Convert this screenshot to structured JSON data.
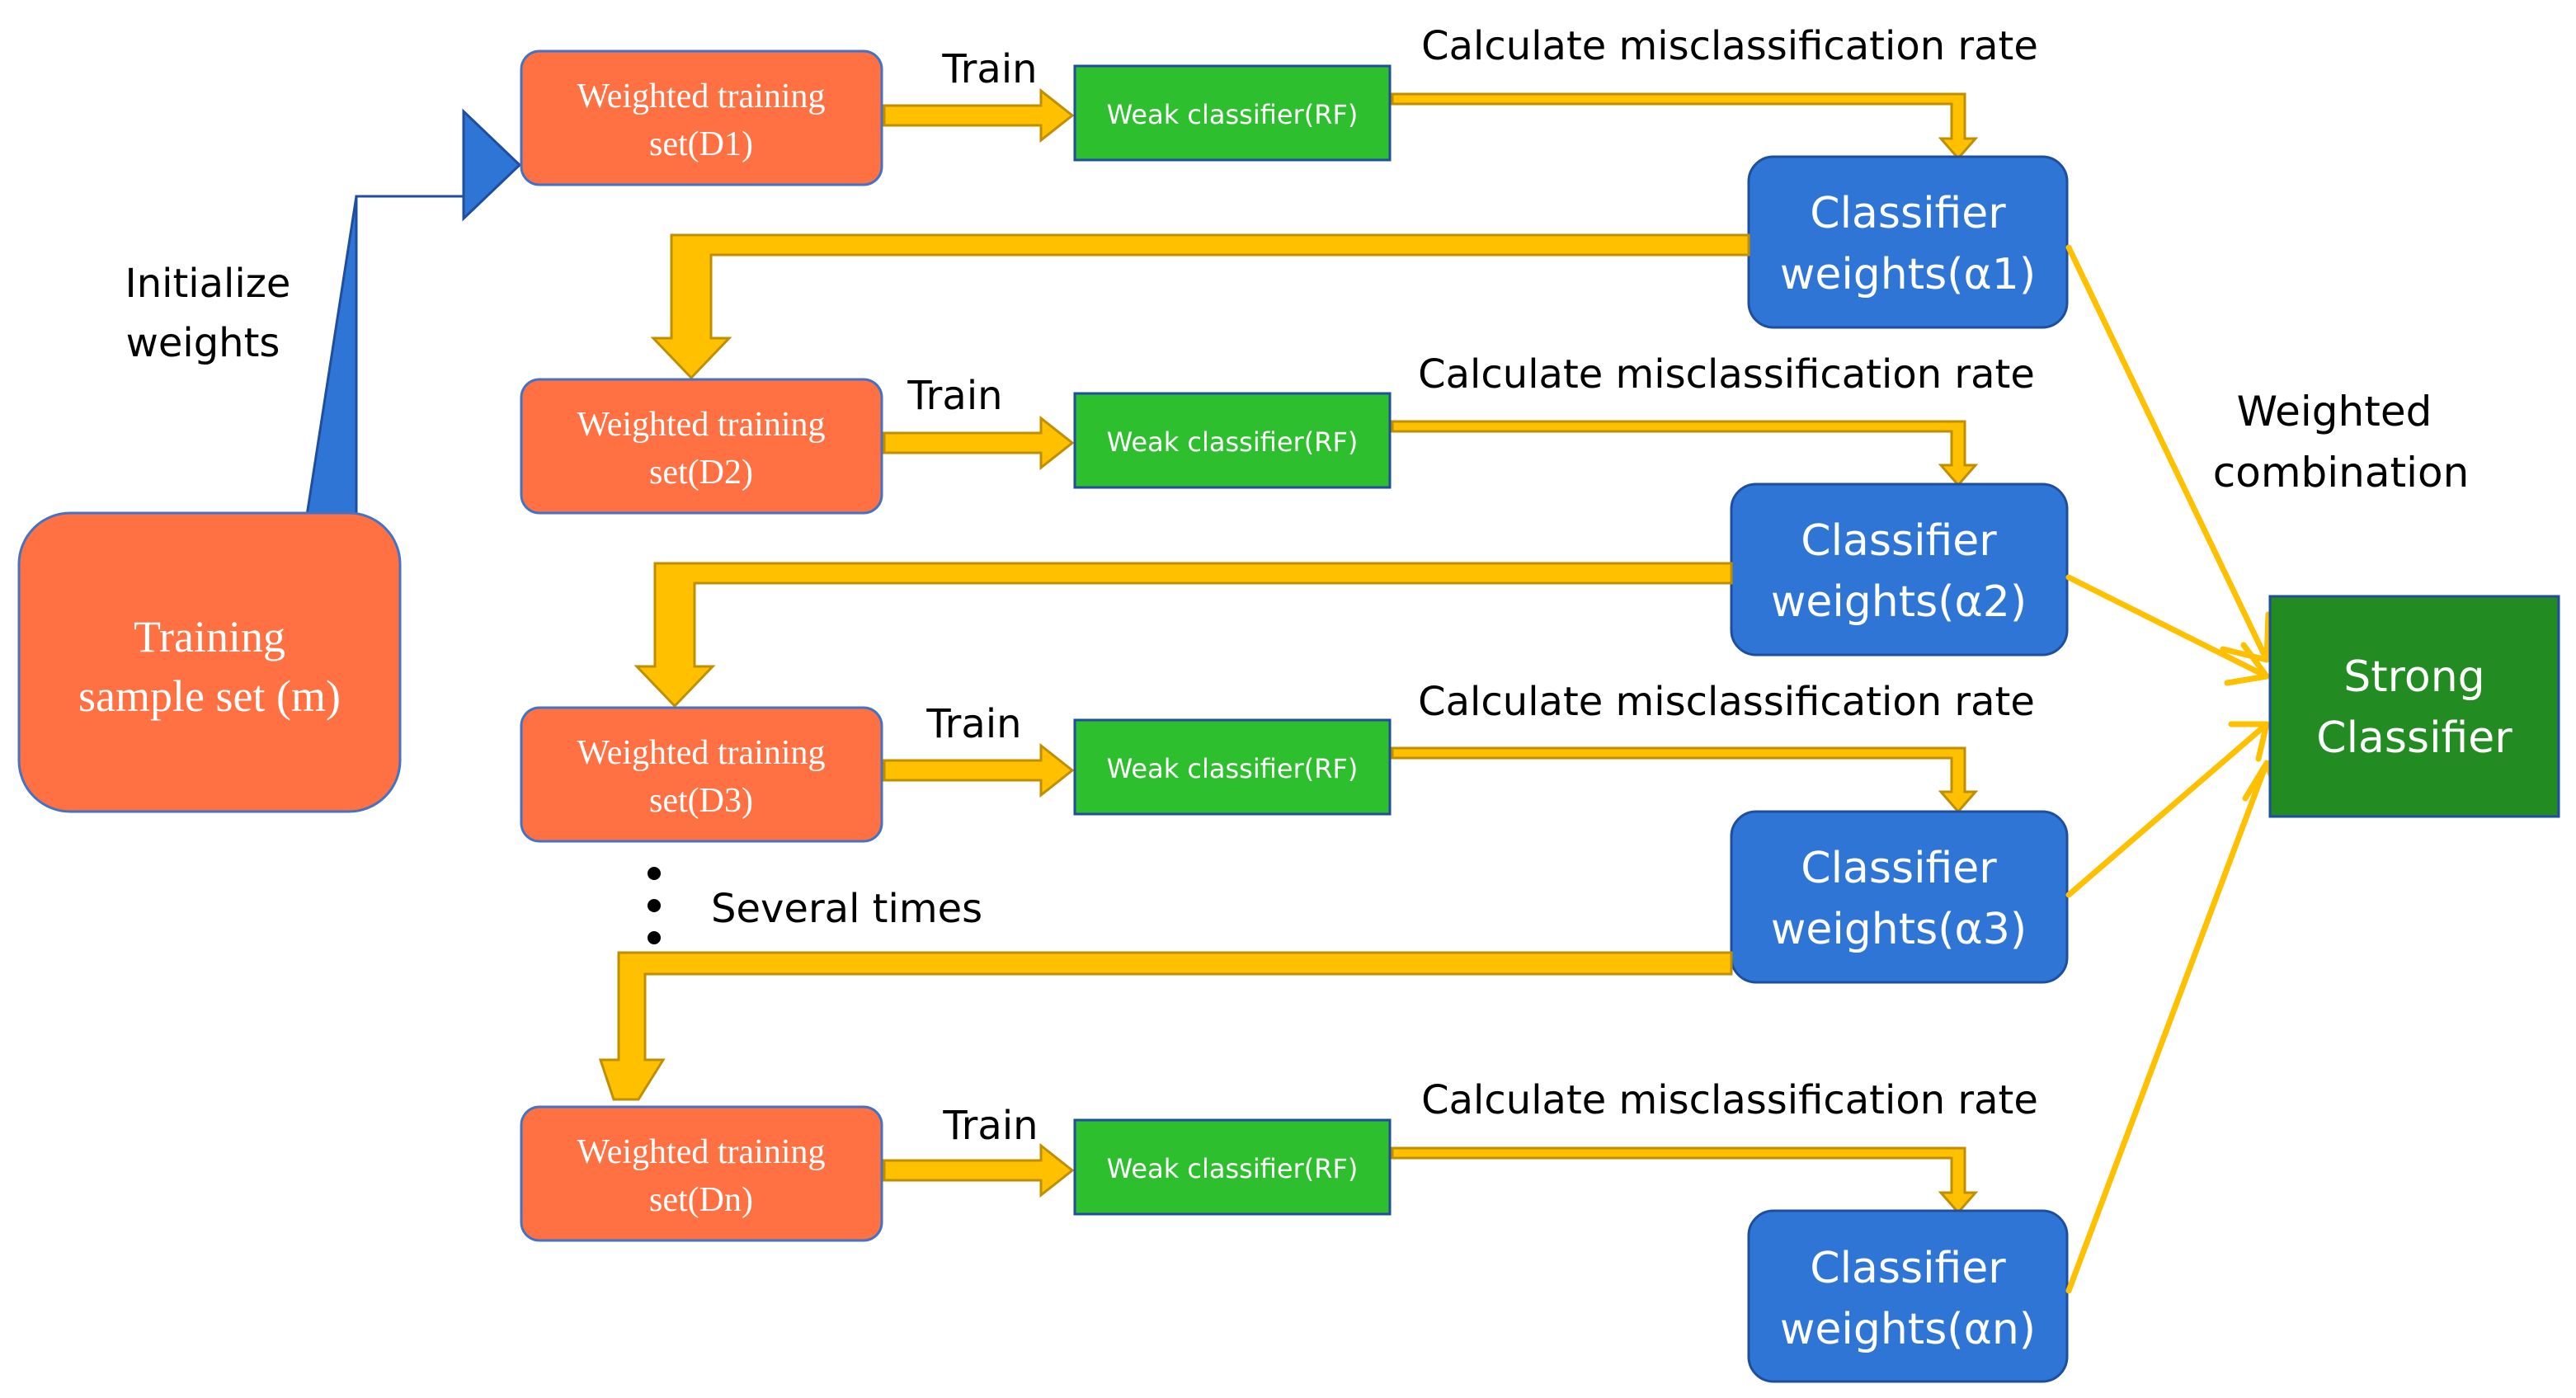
{
  "colors": {
    "orange_box": "#FF7043",
    "orange_border": "#4472C4",
    "green_box": "#2EBF2E",
    "dark_green_box": "#228B22",
    "blue_box": "#2E75D6",
    "blue_border": "#1F4E9E",
    "gold_arrow": "#FFC000",
    "gold_outline": "#BF8F00",
    "blue_arrow": "#2E75D6"
  },
  "training_sample": {
    "line1": "Training",
    "line2": "sample set (m)"
  },
  "initialize_label": {
    "line1": "Initialize",
    "line2": "weights"
  },
  "rows": [
    {
      "weighted_line1": "Weighted training",
      "weighted_line2": "set(D1)",
      "train_label": "Train",
      "weak_label": "Weak classifier(RF)",
      "calc_label": "Calculate misclassification rate",
      "weights_line1": "Classifier",
      "weights_line2": "weights(α1)"
    },
    {
      "weighted_line1": "Weighted training",
      "weighted_line2": "set(D2)",
      "train_label": "Train",
      "weak_label": "Weak classifier(RF)",
      "calc_label": "Calculate misclassification rate",
      "weights_line1": "Classifier",
      "weights_line2": "weights(α2)"
    },
    {
      "weighted_line1": "Weighted training",
      "weighted_line2": "set(D3)",
      "train_label": "Train",
      "weak_label": "Weak classifier(RF)",
      "calc_label": "Calculate misclassification rate",
      "weights_line1": "Classifier",
      "weights_line2": "weights(α3)"
    },
    {
      "weighted_line1": "Weighted training",
      "weighted_line2": "set(Dn)",
      "train_label": "Train",
      "weak_label": "Weak classifier(RF)",
      "calc_label": "Calculate misclassification rate",
      "weights_line1": "Classifier",
      "weights_line2": "weights(αn)"
    }
  ],
  "several_times_label": "Several times",
  "weighted_combination": {
    "line1": "Weighted",
    "line2": "combination"
  },
  "strong_classifier": {
    "line1": "Strong",
    "line2": "Classifier"
  }
}
